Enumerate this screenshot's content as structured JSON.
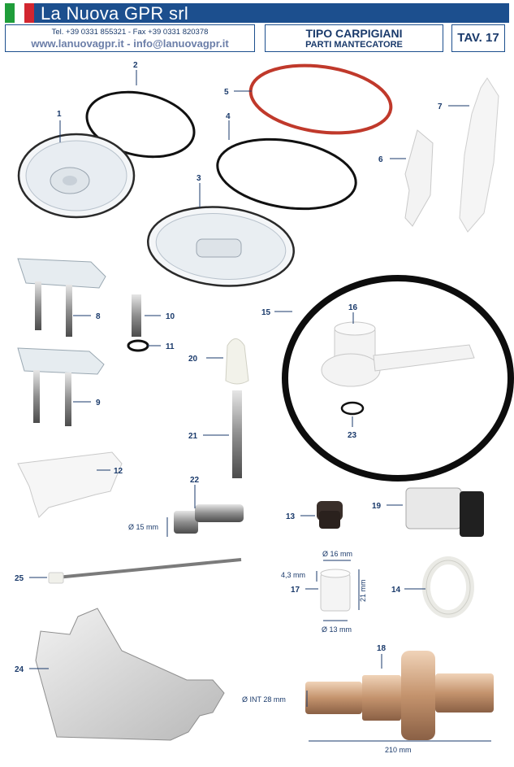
{
  "header": {
    "company": "La Nuova GPR srl",
    "contact_phone": "Tel. +39 0331 855321 - Fax +39 0331 820378",
    "contact_web": "www.lanuovagpr.it - info@lanuovagpr.it",
    "title": "TIPO CARPIGIANI",
    "subtitle": "PARTI MANTECATORE",
    "table_ref": "TAV. 17",
    "flag_colors": [
      "#1f9d3a",
      "#ffffff",
      "#d22630"
    ]
  },
  "parts": {
    "p1": "1",
    "p2": "2",
    "p3": "3",
    "p4": "4",
    "p5": "5",
    "p6": "6",
    "p7": "7",
    "p8": "8",
    "p9": "9",
    "p10": "10",
    "p11": "11",
    "p12": "12",
    "p13": "13",
    "p14": "14",
    "p15": "15",
    "p16": "16",
    "p17": "17",
    "p18": "18",
    "p19": "19",
    "p20": "20",
    "p21": "21",
    "p22": "22",
    "p23": "23",
    "p24": "24",
    "p25": "25"
  },
  "dimensions": {
    "d22_diameter": "Ø 15 mm",
    "d17_top": "Ø 16 mm",
    "d17_height_small": "4,3 mm",
    "d17_height": "21 mm",
    "d17_bottom": "Ø 13 mm",
    "d18_inner": "Ø INT 28 mm",
    "d18_length": "210 mm"
  },
  "colors": {
    "brand": "#1c4f8e",
    "label": "#1a3a6b",
    "red_gasket": "#c0392b",
    "black_gasket": "#111111",
    "plastic": "#f1f3f1",
    "brass": "#c89a74"
  }
}
